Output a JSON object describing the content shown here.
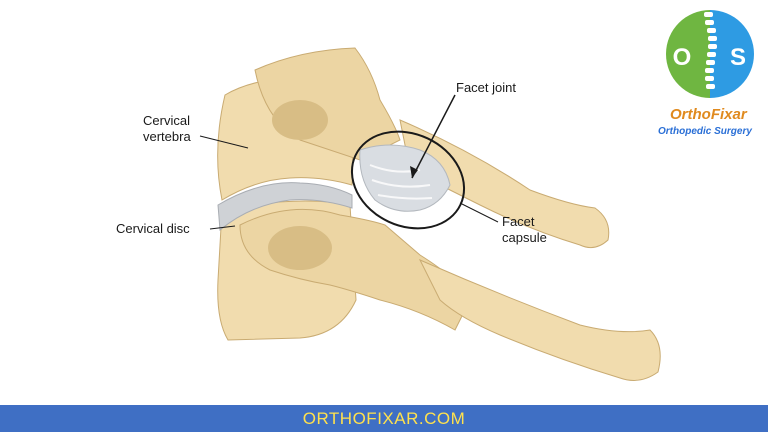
{
  "labels": {
    "cervical_vertebra": [
      "Cervical",
      "vertebra"
    ],
    "cervical_disc": "Cervical disc",
    "facet_joint": "Facet joint",
    "facet_capsule": [
      "Facet",
      "capsule"
    ]
  },
  "logo": {
    "name": "OrthoFixar",
    "tagline": "Orthopedic Surgery",
    "letters": [
      "O",
      "S"
    ]
  },
  "footer": {
    "text": "ORTHOFIXAR.COM"
  },
  "colors": {
    "bone": "#f1dcae",
    "bone_shadow": "#d8bd85",
    "disc": "#cfd2d6",
    "logo_green": "#6fb641",
    "logo_blue": "#2e9be3",
    "brand_orange": "#e08a1e",
    "tagline_blue": "#2a6fd6",
    "footer_bg": "#3f6fc4",
    "footer_text": "#ffe14d"
  }
}
